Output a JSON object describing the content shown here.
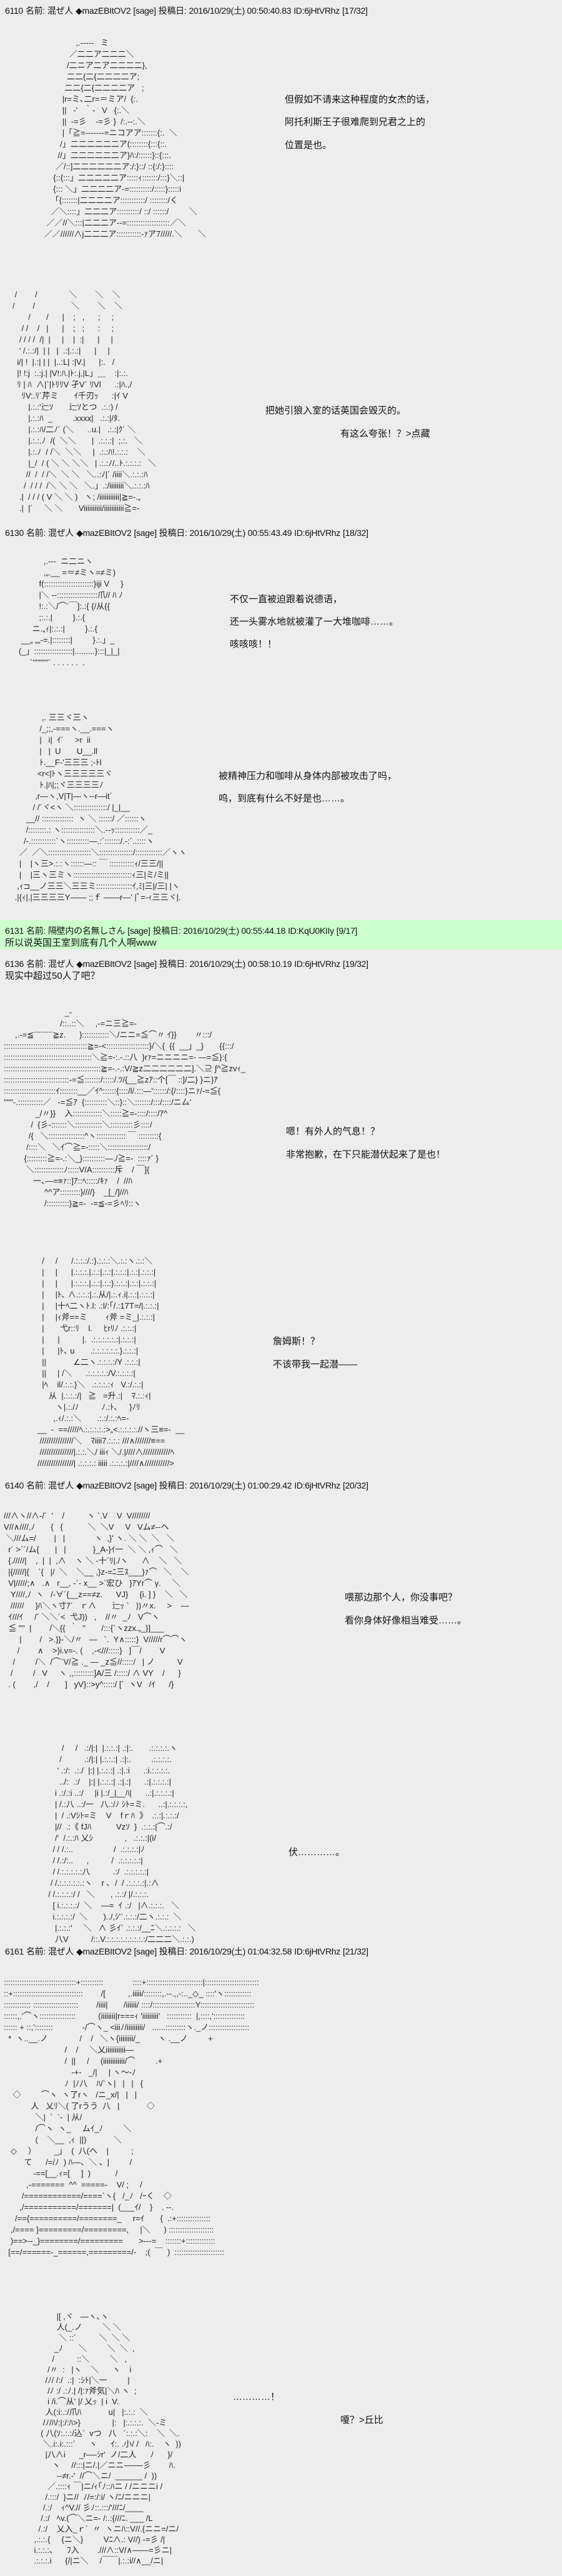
{
  "posts": [
    {
      "number": "6110",
      "name_label": "名前:",
      "name": "混ぜ人",
      "trip": "◆mazEBItOV2",
      "mail": "[sage]",
      "date_label": "投稿日:",
      "date": "2016/10/29(土) 00:50:40.83",
      "id": "ID:6jHtVRhz",
      "count": "[17/32]",
      "dialogue": [
        "但假如不请来这种程度的女杰的话，",
        "阿托利斯王子很难爬到兄君之上的",
        "位置是也。",
        "把她引狼入室的话英国会毁灭的。",
        "有这么夸张！？>点藏"
      ]
    },
    {
      "number": "6130",
      "name_label": "名前:",
      "name": "混ぜ人",
      "trip": "◆mazEBItOV2",
      "mail": "[sage]",
      "date_label": "投稿日:",
      "date": "2016/10/29(土) 00:55:43.49",
      "id": "ID:6jHtVRhz",
      "count": "[18/32]",
      "dialogue": [
        "不仅一直被迫跟着说德语，",
        "还一头雾水地就被灌了一大堆咖啡……。",
        "咳咳咳！！",
        "被精神压力和咖啡从身体内部被攻击了吗，",
        "呜，到底有什么不好是也……。"
      ]
    },
    {
      "number": "6131",
      "name_label": "名前:",
      "name": "隔壁内の名無しさん",
      "mail": "[sage]",
      "date_label": "投稿日:",
      "date": "2016/10/29(土) 00:55:44.18",
      "id": "ID:KqU0KIIy",
      "count": "[9/17]",
      "body": "所以说英国王室到底有几个人啊www",
      "highlight_color": "#ccffcc"
    },
    {
      "number": "6136",
      "name_label": "名前:",
      "name": "混ぜ人",
      "trip": "◆mazEBItOV2",
      "mail": "[sage]",
      "date_label": "投稿日:",
      "date": "2016/10/29(土) 00:58:10.19",
      "id": "ID:6jHtVRhz",
      "count": "[19/32]",
      "body": "现实中超过50人了吧？",
      "dialogue": [
        "嗯！有外人的气息！？",
        "非常抱歉，在下只能潜伏起来了是也！",
        "詹姆斯！？",
        "不该带我一起潜——"
      ]
    },
    {
      "number": "6140",
      "name_label": "名前:",
      "name": "混ぜ人",
      "trip": "◆mazEBItOV2",
      "mail": "[sage]",
      "date_label": "投稿日:",
      "date": "2016/10/29(土) 01:00:29.42",
      "id": "ID:6jHtVRhz",
      "count": "[20/32]",
      "dialogue": [
        "喂那边那个人，你没事吧？",
        "看你身体好像相当难受……。",
        "伏…………。"
      ]
    },
    {
      "number": "6161",
      "name_label": "名前:",
      "name": "混ぜ人",
      "trip": "◆mazEBItOV2",
      "mail": "[sage]",
      "date_label": "投稿日:",
      "date": "2016/10/29(土) 01:04:32.58",
      "id": "ID:6jHtVRhz",
      "count": "[21/32]",
      "dialogue": [
        "…………！",
        "嗄？>丘比"
      ]
    }
  ],
  "ascii_art": {
    "a1": [
      "                 ,.-‐-‐-   ミ",
      "              ／二二ア二二二＼",
      "             /二ニア二ア二二二二},",
      "             二二{二{二二二二ア;",
      "            二二{二{二二二二ア   ;",
      "           |r=ミ､二r=＝ミア/  {:.",
      "           ||   ‐'   ｀‐   V   {:.＼",
      "           ||  ‐=彡    ‐=彡 }  /:.-‐:.＼",
      "           |「≧=-‐‐‐‐‐-=ニコアア:::::::{:.  ＼",
      "          /」二二二二二二ア(::::::::{:::{::.",
      "         //」二二二二二二ア}ﾊ:/::::::}::{:::.",
      "        ／/::]二二二二二二ア:/:}::/ ::{:/:}::::",
      "       {::{:::」二二二二二ア:::::ｨ:::::::/:::}＼::|",
      "       {::: ＼」二二二二ア-=::::::::::/:::::}:::::i",
      "      「{:::::::|二二二二ア:::::::::::/ ::::::::/く",
      "      ／＼::::」二二二ア::::::::::/ ::/ ::::::/         ＼",
      "    ／／//＼:::|二二二ア-‐=:::::::::::::::::::／＼",
      "   ／／//////∧j二二二ア:::::::::::-ｧア7/////.＼       ＼"
    ],
    "a2": [
      " /        /              ＼        ＼    ＼",
      "/        /                ＼        ＼    ＼",
      "       /       /      |    ;   ,      ;     ;",
      "    / /    /   |      |    ;   ;      :     ;",
      "   / / / /  /|  |     |    |  :|      |     |",
      "   ' /.:.:/|  | |   |  .:|.:.:|      |     |",
      "  i/| !  |.:| | |  |..:L| :|V.|      |:.   /",
      "  |! !:j  :.:j.| |V!:ﾊ.|ﾄ:.j,|L」＿    :|:.:.",
      "  ﾘ | ﾊ  ∧|`|ﾄﾘﾘV 孑V´ ﾘVl      .:|ﾊ.,/",
      "    ﾘV:.ﾘ´芹ミ       ｲ千刃ｯ      :|ｲ V",
      "       |.:.:'辷ｿ       辷ｿとつ  .:.:) /",
      "       |.:.:ﾊ  _         .xxxx|   .:.:|/ﾀ.",
      "       |.:.:ﾊ/二ﾉ´ (＼      ..u.|   .:.:|ｸ´ ＼",
      "       |.:.:.ﾉ  /(  ＼＼       |  .:.:.:|  ;.:.   ＼",
      "       |.:.ﾉ  / /＼  ＼＼     |  .:.:ﾊ!.:.:.:    ＼",
      "       |_/  / ( ＼ ＼ ＼＼   | .:.:ﾉ/..ﾄ.:.:.:.:   ＼",
      "      //  /  / /＼  ＼ ＼   ＼..:ﾉ|´ /iiii＼.:.:.:ﾊ",
      "     /  / / /  /＼ ＼ ＼   ＼.」.:/iiiiiiii＼.:.:.:ﾊ",
      "   .|  / / / ( V ＼ ＼ )   ヽ; /iiiiiiiiiii|≧=-.„",
      "   .|  |´     ＼ ＼       Viiiiiiiiii/iiiiiiiiiii≧=-"
    ],
    "a3": [
      "           ,.-‐-  ニ二ニヽ",
      "           ,„.__ =＝≠ミヽ=≠ミ)",
      "         f(::::::::::::::::::::::}iji V     }",
      "         |＼ ‐-::::::::::::::::::爪// ﾊ ﾉ",
      "         !:.:＼/⌒´￣]:.:{ {/从{{",
      "         ;:.:.|         }.:.{",
      "      ニ.„ｨ|:.:.:|         }.:.{",
      " __„ „„-=.|::::::::|         }.:.」_",
      "(_」:::::::::::::::::|.........}:::|_|_|",
      "     `''''''''''´ . . . . . .  ."
    ],
    "a4": [
      "             ,. 三三ヾ三ヽ",
      "            /_;;,-===ヽ.__.===ヽ",
      "            |   i|  ｲ´     >r  ii",
      "            |   |  U       U__.ll",
      "            ﾄ.__F‐'三三三 ;-ﾄl",
      "           <r<|ﾄヽ三三三三三ヾ",
      "            ﾄ.|ﾊ|;;ヾ三三三三ﾉ",
      "          ,r―ヽ,V|T|―ヽ‐-r―it´",
      "         / /´ヾ<ヽ ＼:::::::::::::::/ |_|__",
      "      __// ::::::::::::::  ヽ ＼ ::::::/ ／::::::ヽ",
      "      /::::::::.: ヽ:::::::::::::::＼.-‐ｯ:::::::::::／_",
      "     /-.:::::::::::`ヽ::::::::::―.:´:::::::/.-:´..::::ヽ",
      "   ／  ／＼:::::::::::::::::::＼:::::::::::::::/::::::::::::／ヽヽ",
      "   |    |ヽ三>.:.:ヽ::::::―:: ￣ :::::::::::ｨ/三三/||",
      "   |    |三ヽ三ミヽ::::::::::::::::::::::::::ｨ三|ミ/ミ||",
      "  ,ｨ⊐__ノ三三＼三三ミ::::::::::::::::ｲ,ﾐ|三|/三| |ヽ",
      " .|{ｨ|.|三三三三Y―― ;;ｆ ――r―' |ﾞ=‐ｨ三三ヾ|."
    ],
    "a5": [
      "                           _-",
      "                         /::..::＼     ,-=ニ三≧=-",
      "     ,.-=≦¨¨¨¨¨¨¨≧z.      }::::::::::::＼/ニニ=≦⌒〃 ｲ}}        〃:::/",
      ":::::::::::::::::::::::::::::::::::::≧=-<:::::::::::::::::::}/＼{  {{  __」_}       {{:::/",
      ":::::::::::::::::::::::::::::::::::::::＼≧=-:.-.::八  }rｧ=ニニニニ=- ―=≦}:{",
      ":::::::::::::::::::::::::::::::::::::::::::≧=-.-.:V/≧z二二二二二二].＼⊇ ∫^≧zvｨ_",
      ":::::::::::::::::::::::::::::-=≦:::::::/:::::/.ﾂ/{__≧zｱ::个[￣ ::]/二} }ニ}ｱ",
      ":::::::::::::::::::::::ｲ::::::::__／ｲ^::::::{::::/l/.:::―'::::::/:{/::::}ニｧ/-=≦{",
      "''''''-.:::::::::::／   -=≦ｱ  {::::::::::＼::}::＼:::::::/:::/::::/ニ厶'",
      "              _/〃}}    入:::::::::::::＼:::::≧=-::::/::::/ｱ^",
      "            /  {彡‐:::::::＼::::::::::::＼::::::::::彡::::/",
      "           /{   ＼::::::::::::::::^ヽ::::::::::::: ￣ :::::::::{",
      "          /::::＼   ＼ｲ⌒≧=-:::::＼::::::::::::::::::/",
      "         {:::::::::≧=-.:＼_}::::::::::―./≧=-  ::::ｧ´ }",
      "          ＼:::::::::::::ﾉ:::::V/A::::::::::斥    / ￣]{",
      "             一､―=≡ｧ::]ｱ::ﾍ:::::/ｷｧ    /  //ﾊ",
      "                  ^^ア:::::::::}////}    _[_/]//ﾊ",
      "                  /::::::::::}≧=-  -=≦-=彡ﾍﾘ::ヽ"
    ],
    "a6": [
      "  /     /      /.:.:.:/.:}.:.:.:＼.:.:ヽ.:.:＼",
      "  |     |      |.:.:.:.|.:.:|.:.:|.:.:.:|.:.:|.:.:.:|",
      "  |     |      |.:.:.:.|.:.:|.:.:}.:.:.:|.:.:|.:.:.:|",
      "  |     |ﾄ､ ∧.:.:.:|.:.从/|.:.ｨ.i|.:.:|.:.:.:|",
      "  |     |十ﾍ二ヽﾄ.l: .:l/:｢/.:17T=/|.:.:.:|",
      "  |     |ｨ斧==ミ        ｨ斧 =ミ_|.:.:.:|",
      "  |       弋r::ﾘ    l.     ﾋrﾘﾉ .:.:.:|",
      "  |      |          |.  .:.:.:.:.:.:|.:.:.:|",
      "  |      |ﾄ､ u       .:.:.:.:.:.:.}.:.:.:|",
      "  ||            ∠二ヽ.:.:.:.:/Y .:.:.:|",
      "  ||     | /＼      .:.:.:.:.:/V.:.:.:.:|",
      "  |ﾍ    il/.:.:.}＼   .:.:.:.:ｨ   V.:/.:.:|",
      "     从  |.:.:.:/|   ≧   =升.:|    ﾏ.:.:ｨ|",
      "        ヽ|.:./ﾉ          ﾉ.:ﾄ､     }ﾉﾘ",
      "       ,.ｨ/.:.:＼       .:.:/.:.:ﾍ=-",
      "__  -  ==/////ﾍ.:.:.:.:.:>„<.:.:.:.:.//ヽ三≡=-  __",
      " ///////////////＼    ﾏiiii7.:.:.: ///∧///////≡==",
      " ///////////////|.:.:.＼/ iiiｨ ＼/.|////∧////////////ﾍ",
      "////////////////| .:.:.:.: iiiii .:.:.:.:|////∧///////////>"
    ],
    "a7": [
      "///∧ヽ//∧-/´  '    /          ヽ `.V    V  V////////",
      "V//∧////,ﾉ       {   {           ＼  ＼V     V   Vム≠‐‐ヘ",
      " ＼///ム=/        |   |             ヽ  ,}' ヽ. ＼ ＼  ＼   ＼",
      "  r´ >´´/ム{       |   |            }_A-}ｲ一  ＼ ＼ ,ｨ⌒   ＼",
      "  {./////|    ,  |  |  ,∧    ヽ ＼ -十´ﾘ|./ヽ      ∧    ＼   ＼",
      "  |{/////|{    `{   |/  ＼    ＼__ ,}z-=ﾆ三ｽ___}ｧ⌒   ＼    ＼",
      "  V|/////;∧   .∧   r__, -´‐ x__ >`宏ひ   }ｱYr⌒ γ.     ＼",
      "   Y////,ﾉ  ヽ   /-∀´{__z==≠z.      VJ}     {i. ] }    ＼   ＼",
      "   //////     }ﾊ＼ヽ寸ｱ´   ｒ∧       辷ｯ `   ))〃x.     >    ―",
      "  ｲ///ｲ     /´ ＼＼´<  弋J))   ,    //〃  _ﾉ   V⌒ヽ",
      "  ≦ ''''  |        /＼{{  ｀  ''       /:::{`ヽzzx.„_}]___",
      "       |        /   >.}}-＼/〃   ―   `.  Y∧:::::}  V/////r⌒⌒ヽ",
      "      /        ∧    >}i.v=-. (    ,-<///:::::}   ]￣/        V",
      "    /         /＼  /⌒`V/≧ ._ ― _z≦//:::::/   | ノ          V",
      "   /         /   V     ヽ ,,:::::::::]A/三 /:::::/ ∧ VY    /      }",
      "  . (        ,/    /       ]   yV}::>y^:::::/ [`  ヽV   /ｲ      /}"
    ],
    "a8": [
      "        /     /   .:/|:|  |.:.:.:| .:|:.       .:.:.:.:.ヽ",
      "       /          .:/|:| |.:.:.:| .:|:.         .:.:.:.:.",
      "      ' .:/:  .:./  |:| |.:.:.:| .:|.:i      .:i.:.:.:.:.",
      "       ../:  .:/    |:| |.:.:.:| .:|.:|      .:|.:.:.:.:|",
      "     i .:/.:i ..:/     |i |.:/_|__ﾊ|      ..:|.:.:.:.:|",
      "     | /.:八 ..:/一   八.:/ﾉ ｼﾄ=ミ.      ..:|.:.:.:.:,",
      "     |  / .:Vｼﾄ=ミ    V    fｒﾊ  》  .:.:|.:.:.:/",
      "     |//  .:《 fJﾊ           Vzｿ  }  .:.:.:|⌒.:/",
      "     /'  /.:.:ﾊ 乂ｼ              ,   .:.:.:|(i/",
      "    / / /.:..                  /  .:.:.:.:|ﾉ",
      "    / /.:/:..      ,          /  .:.:.:.:.:|",
      "    / /.:.:.:.:.:八          .:/  .:.:.:.:.:|",
      "   / /.:.:.:.:.:.:ヽ    r ､  /  / .:.:.:.:|.:∧",
      "  / /.:.:.:.:/ /   ＼       , .:.:/ |/.:.:.:.",
      "    [ i.:.:.:.:/  ＼    ―=  ｲ .:/   |∧.:.:.:.   ＼",
      "    i.:.:.:.:/  ＼       )../,ｼ'`.:.:.:/二ヽ.:.:.:  ＼",
      "     |.:.:.:'     ＼   ∧ 彡ｲ` .:.:.:/__ﾆ＼.:.:.:.:   ＼",
      "     八V          /::.V.:.:.:.:.:.:.:.:.:/二二二＼.:.:.)"
    ],
    "a9": [
      "::::::::::::::::::::::::::::::::+::::::::::             ::::+:::::::::::::::::::::::::|::::::::::::::::::::::::",
      "::+:::::::::::::::::::::::::::::::        /[          ,.iiiii/::::::::,.--.,,-:.._◇_ ::::'ヽ::::::::::::",
      ":::::::::::: ::::::::::::::::::::        /iiii|       /iiiiii/ ::::/:::::::::::::::::::Y::::::::::::::::::::::::",
      "::::::,.'⌒ヽ::::::::::::::::          (iiiiiiii|r===ｨ 'iiiiiiiii'   :::::::::::  |,::::,'::::::::::::::",
      ":::::: + ::,'::::::::             -/⌒ヽ_ <iiiﾉ/iiiiiiiii/   ......:::::::::ヽ._ノ::::::::::::::::::",
      "  *  ヽ..__.ノ              /    /   ＼ヽ{iiiiiiii/_        ヽ .__ノ         +",
      "                           /    /     ＼乂iiiiiiiiiii―",
      "                           /  ||     /     (iiiiiiiiiiii/⌒         .+",
      "                              -+-   _/|     | ヽ～-ﾉ",
      "                           ﾉ  |ﾉ八    ﾊ/`ヽ|   |   |   {",
      "    ◇         ⌒ヽ  ヽ了rヽ   /ニ_x/|   |   |",
      "            人   乂ﾘ＼( 了rうう  八   |            ◇",
      "              ＼|  `  `-  | 从/",
      "              /⌒ヽ  ヽ_     ムｲ_ﾉ         ＼",
      "              (    ＼__  ,ｨ  ||)            ＼",
      "   ◇     ）        _」  (  八(ヘ    |          ;",
      "         て      /=/ﾉ  ) ﾊ―、＼ 、|         /",
      "             -==[__.ｨ=[     ]  )           /",
      "          ,-=======  ^^  =====-    V/ ;     /",
      "        /============/====`ヽ{   /_ﾉ   /ｰく    ◇",
      "       ,/===========/=======|  (___ｲ/    }    . --.",
      "     /=={==========/========_     r=ｲ       {  .:+:::::::::::::::",
      "   ,/==== }=========/=========,     |＼      ) ::::::::::::::::::::",
      "   )==>--_}========/=========       >---=    :::::::+:::::::::::::",
      "  [==/======-_======,=========/-    ;(  ￣  )  ::::::::::::::::::::::"
    ],
    "a10": [
      "              |[ ,ヾ   ―ヽ､ヽ",
      "              人(_.ノ         ＼ ＼",
      "               ＼ ::´          ＼  ＼ ＼",
      "             _ﾉ       ＼         ＼  ＼  ,",
      "            /          ::＼         ＼   ,",
      "          /〃  :   |ヽ    ＼      ヽ    i",
      "         /ﾉ/ /:/  .:|  :ｼﾄ|＼一         |",
      "          /ﾉ :/ .:ﾉ.| /|:ｧ斧気|＼ﾊ ヽ  ;",
      "          i /i.⌒从' |/ 乂ｯ  | i  V.",
      "         人(:i:.:/爪ﾊ            u|   |:.:.:  ＼",
      "        /ﾉ/ﾊ/:|:/:ﾊ>}              |:   |:.:.:.:.  ＼-ミ",
      "       ( 八(ｿ:.:.:/込`  vつ   八   ´:.:.:＼:    ＼  ＼.",
      "        ＼.i:.i:.:::´      ヽ      ｲ:. .小/ /   ﾊ:.    ヽ  ))",
      "         |八∧i      _r―‐ｼr'  ノ/二人      ﾉ      }/",
      "            ヽ     //:::|ニ/.|／ニニ-――彡        ﾊ.",
      "              --≠r.-'  //⌒＼ニ/  ______ /  ))",
      "          ／.::::ｨ ￣|ニ/ｨ｢ﾉ::ﾊニ / /ニニニi /",
      "         /.:::/  }ニ//  ﾉ/=:/:i/ ヽ/ﾆ/ニニニ|",
      "        /.:/    ｨ^V.// 彡ﾉ::.:::/'///ﾆ/____",
      "       /.:/   ﾍv.(⌒＼ニ=- /:.:{///ﾆ. ___ /L",
      "      /.:/    乂入_ｒ´  〃  ヽニﾊ::V//.{ニニ=/ニ/",
      "    ,.:.:.{     {ニ＼}         Vﾆ∧.: V//) -=彡 /|",
      "    i.:.:.:､      ﾌ入        .///∧::V/∧――=彡ニ|",
      "    .:.:.:.i      {/|ニ＼     /￣￣|.:.:i//∧__/ニ|"
    ]
  }
}
